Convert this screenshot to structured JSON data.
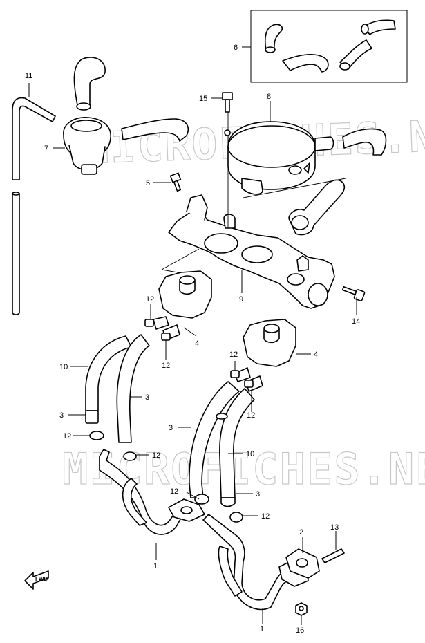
{
  "diagram": {
    "watermark_text": "MICROFICHES.NET",
    "fwd_label": "FWD",
    "labels": [
      {
        "id": "l11",
        "text": "11"
      },
      {
        "id": "l7",
        "text": "7"
      },
      {
        "id": "l15",
        "text": "15"
      },
      {
        "id": "l8",
        "text": "8"
      },
      {
        "id": "l6",
        "text": "6"
      },
      {
        "id": "l5",
        "text": "5"
      },
      {
        "id": "l9",
        "text": "9"
      },
      {
        "id": "l14",
        "text": "14"
      },
      {
        "id": "l12a",
        "text": "12"
      },
      {
        "id": "l12b",
        "text": "12"
      },
      {
        "id": "l4a",
        "text": "4"
      },
      {
        "id": "l10a",
        "text": "10"
      },
      {
        "id": "l3a",
        "text": "3"
      },
      {
        "id": "l3b",
        "text": "3"
      },
      {
        "id": "l12c",
        "text": "12"
      },
      {
        "id": "l12d",
        "text": "12"
      },
      {
        "id": "l12e",
        "text": "12"
      },
      {
        "id": "l4b",
        "text": "4"
      },
      {
        "id": "l12f",
        "text": "12"
      },
      {
        "id": "l3c",
        "text": "3"
      },
      {
        "id": "l10b",
        "text": "10"
      },
      {
        "id": "l3d",
        "text": "3"
      },
      {
        "id": "l12g",
        "text": "12"
      },
      {
        "id": "l12h",
        "text": "12"
      },
      {
        "id": "l1a",
        "text": "1"
      },
      {
        "id": "l2",
        "text": "2"
      },
      {
        "id": "l13",
        "text": "13"
      },
      {
        "id": "l1b",
        "text": "1"
      },
      {
        "id": "l16",
        "text": "16"
      }
    ]
  }
}
